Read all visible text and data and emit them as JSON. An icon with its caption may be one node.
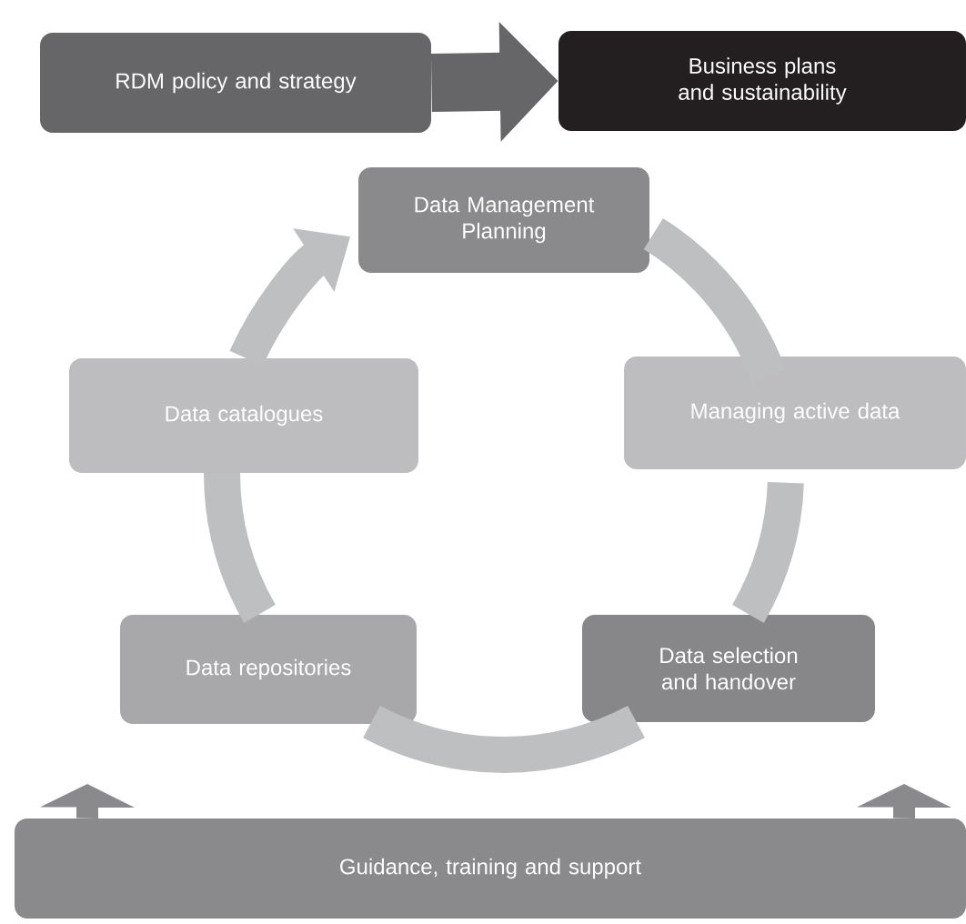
{
  "diagram": {
    "nodes": [
      {
        "text": [
          "RDM policy and strategy"
        ]
      },
      {
        "text": [
          "Business plans and sustainability"
        ]
      },
      {
        "text": [
          "Data Management Planning"
        ]
      },
      {
        "text": [
          "Managing active data"
        ]
      },
      {
        "text": [
          "Data selection and handover"
        ]
      },
      {
        "text": [
          "Data repositories"
        ]
      },
      {
        "text": [
          "Data catalogues"
        ]
      },
      {
        "text": [
          "Guidance, training and support"
        ]
      }
    ],
    "edges": [
      {
        "from": 0,
        "to": 1,
        "arrow": "to"
      },
      {
        "from": 2,
        "to": 3,
        "arrow": "none"
      },
      {
        "from": 3,
        "to": 4,
        "arrow": "none"
      },
      {
        "from": 4,
        "to": 5,
        "arrow": "none"
      },
      {
        "from": 5,
        "to": 6,
        "arrow": "none"
      },
      {
        "from": 6,
        "to": 2,
        "arrow": "to"
      },
      {
        "from": 7,
        "to": null,
        "arrow": "to"
      },
      {
        "from": 7,
        "to": null,
        "arrow": "to"
      }
    ]
  }
}
